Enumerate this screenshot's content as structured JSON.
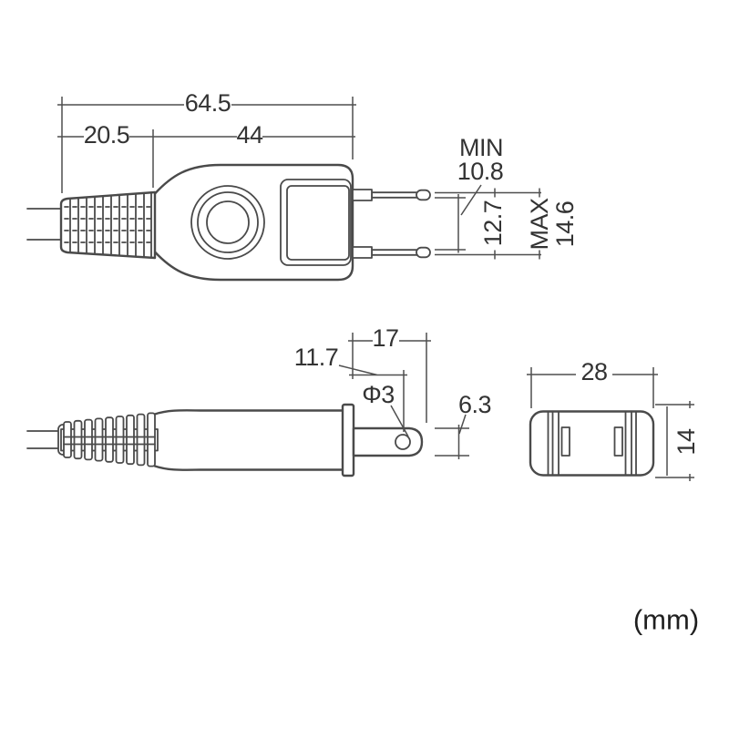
{
  "units_label": "(mm)",
  "line_color": "#4a4a4a",
  "text_color": "#333333",
  "top_view": {
    "overall_length": "64.5",
    "grip_length": "20.5",
    "body_length": "44",
    "pin_gap_min_label": "MIN",
    "pin_gap_min_value": "10.8",
    "pin_pitch": "12.7",
    "pin_span_max_label": "MAX",
    "pin_span_max_value": "14.6"
  },
  "side_view": {
    "pin_length": "17",
    "hole_offset": "11.7",
    "hole_diameter": "Φ3",
    "pin_thickness": "6.3"
  },
  "front_view": {
    "body_width": "28",
    "body_height": "14"
  }
}
